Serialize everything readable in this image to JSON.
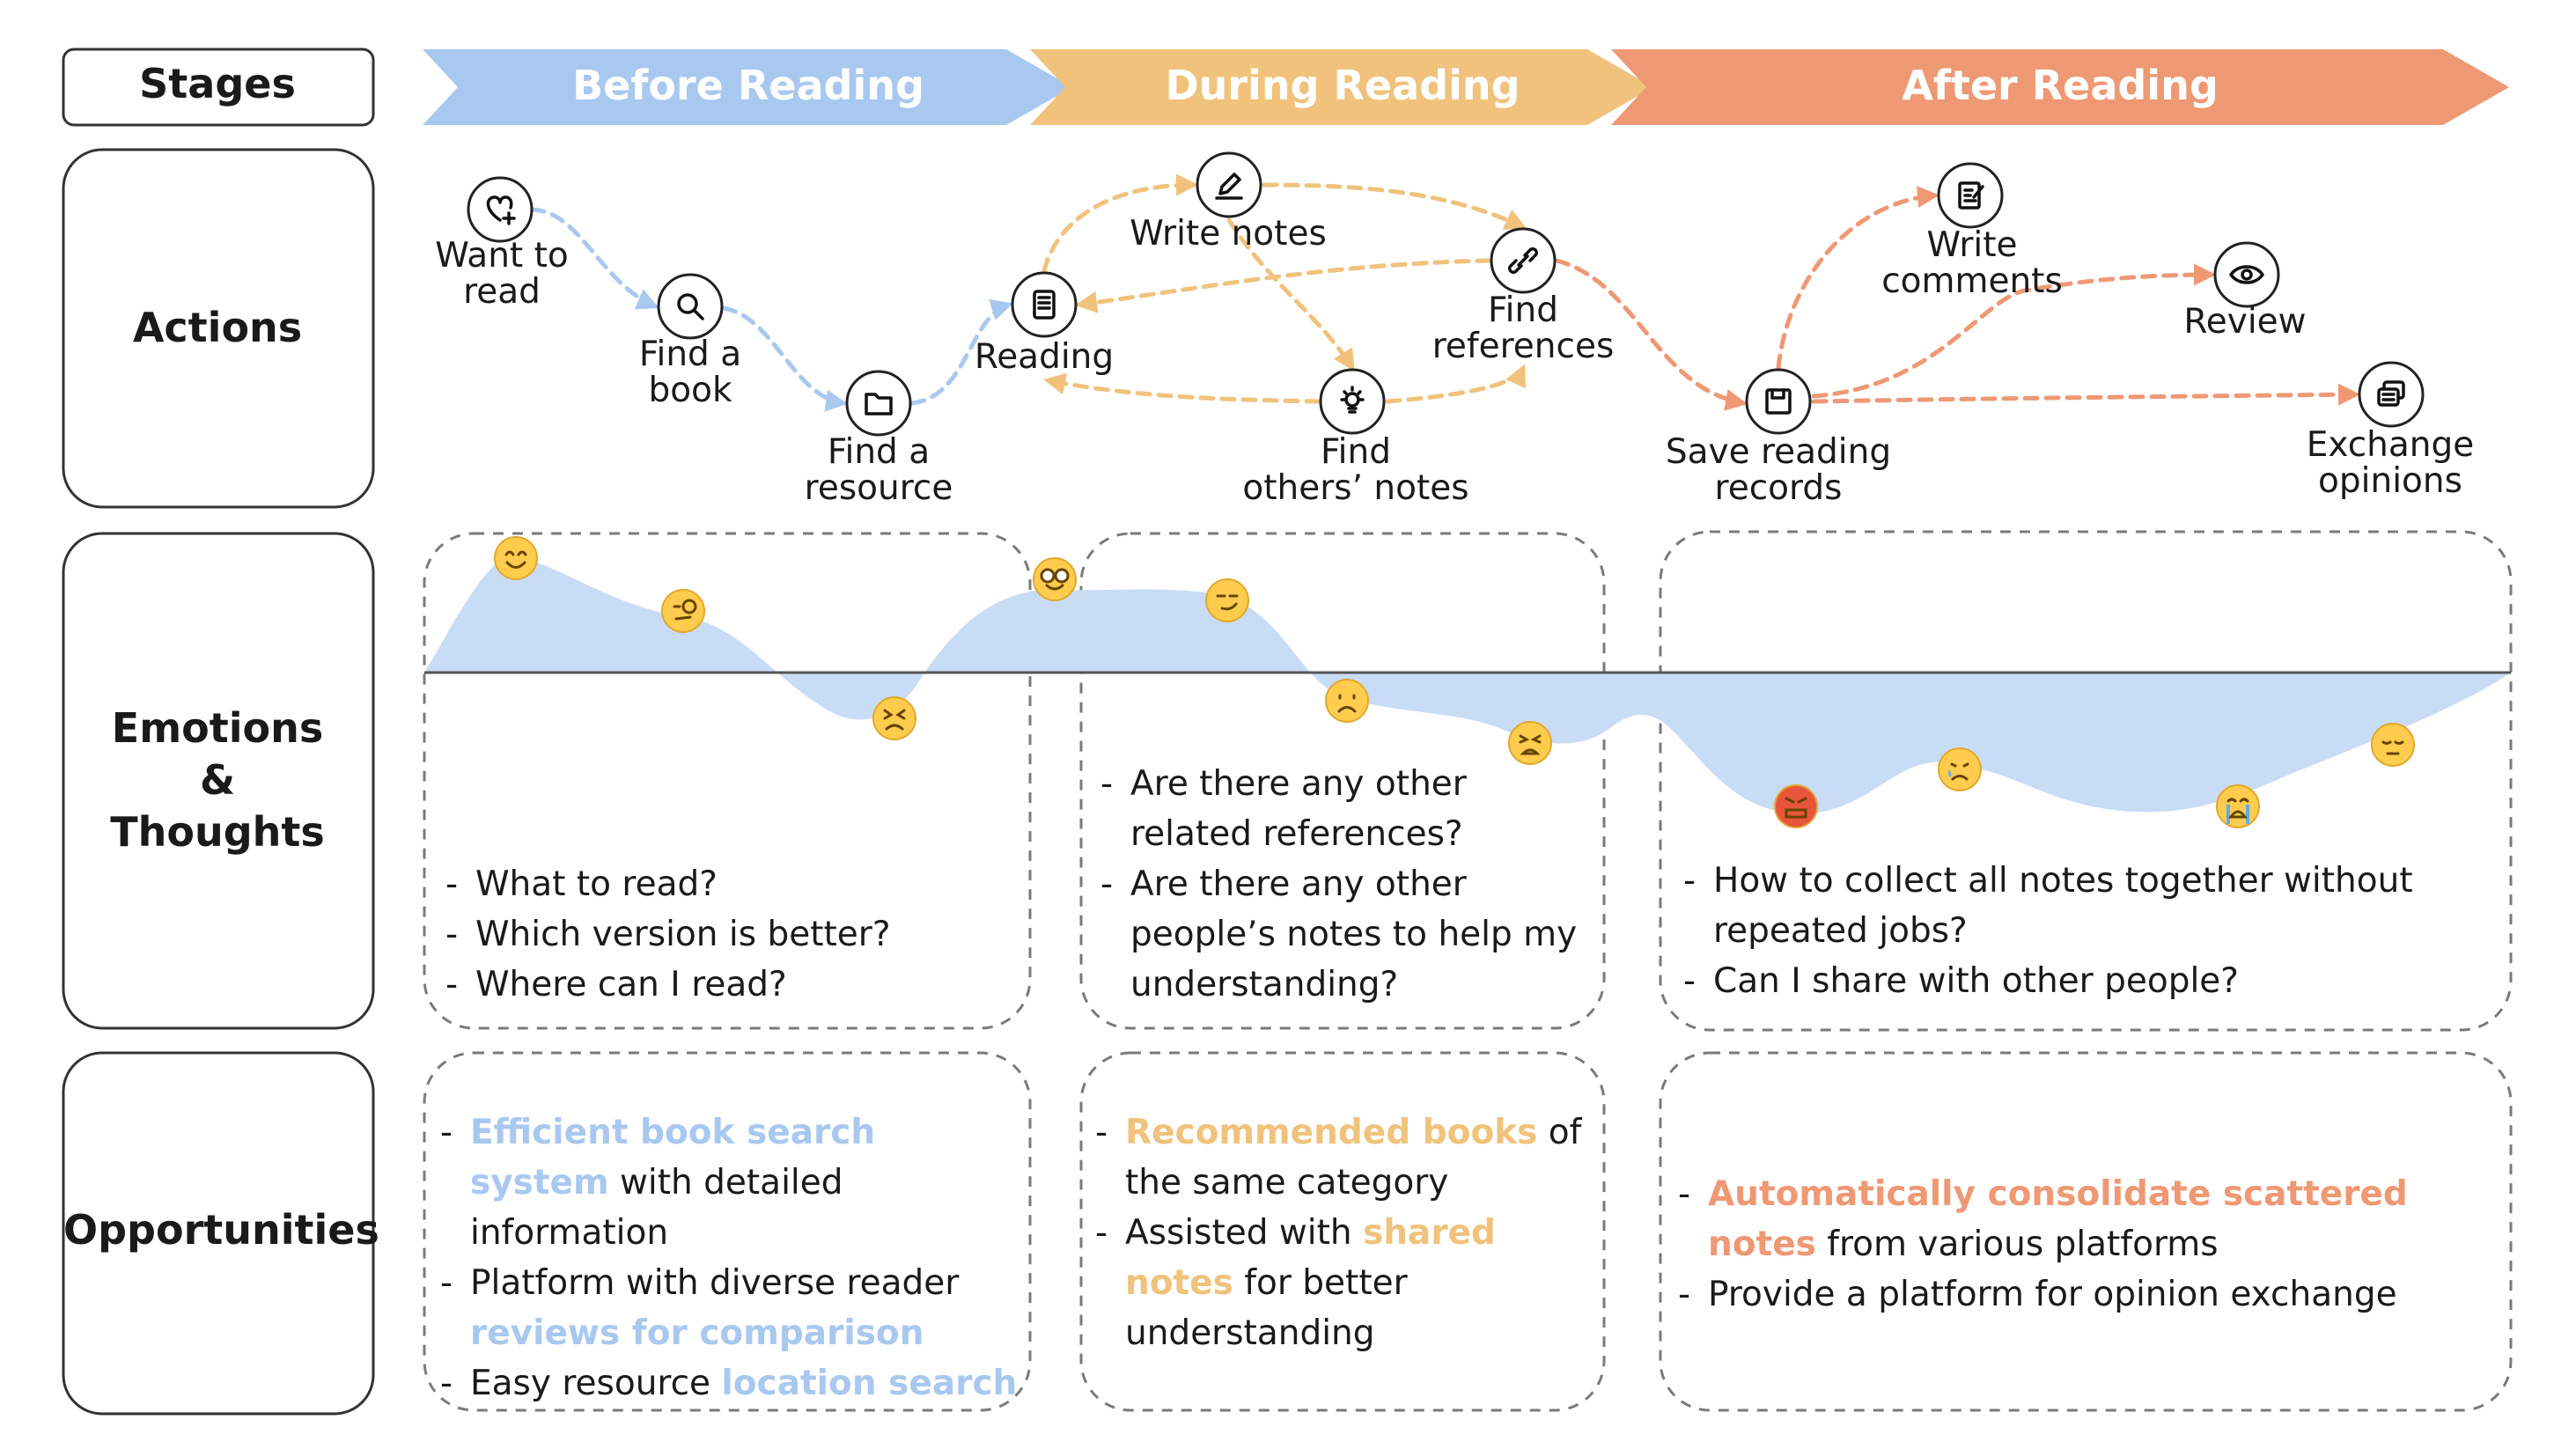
{
  "colors": {
    "before": "#a9c8f0",
    "during": "#f0c27c",
    "after": "#ee9874",
    "curve_fill": "#c9dcf6",
    "outline": "#555555",
    "dashed_border": "#7a7a7a"
  },
  "rows": {
    "stages": "Stages",
    "actions": "Actions",
    "emotions_line1": "Emotions",
    "emotions_line2": "&",
    "emotions_line3": "Thoughts",
    "opportunities": "Opportunities"
  },
  "stages": [
    {
      "title": "Before Reading"
    },
    {
      "title": "During Reading"
    },
    {
      "title": "After Reading"
    }
  ],
  "actions": [
    {
      "id": "want",
      "icon": "heart-plus-icon",
      "lines": [
        "Want to",
        "read"
      ]
    },
    {
      "id": "find-book",
      "icon": "search-icon",
      "lines": [
        "Find a",
        "book"
      ]
    },
    {
      "id": "find-resource",
      "icon": "folder-icon",
      "lines": [
        "Find a",
        "resource"
      ]
    },
    {
      "id": "reading",
      "icon": "ebook-reader-icon",
      "lines": [
        "Reading"
      ]
    },
    {
      "id": "write-notes",
      "icon": "pen-icon",
      "lines": [
        "Write notes"
      ]
    },
    {
      "id": "find-others",
      "icon": "lightbulb-icon",
      "lines": [
        "Find",
        "others’ notes"
      ]
    },
    {
      "id": "find-refs",
      "icon": "link-icon",
      "lines": [
        "Find",
        "references"
      ]
    },
    {
      "id": "save",
      "icon": "save-icon",
      "lines": [
        "Save reading",
        "records"
      ]
    },
    {
      "id": "write-comments",
      "icon": "edit-document-icon",
      "lines": [
        "Write",
        "comments"
      ]
    },
    {
      "id": "review",
      "icon": "eye-icon",
      "lines": [
        "Review"
      ]
    },
    {
      "id": "exchange",
      "icon": "chat-icon",
      "lines": [
        "Exchange",
        "opinions"
      ]
    }
  ],
  "emotions": [
    {
      "face": "smiling",
      "icon": "smiling-face-icon"
    },
    {
      "face": "monocle",
      "icon": "monocle-face-icon"
    },
    {
      "face": "frustrated",
      "icon": "frustrated-face-icon"
    },
    {
      "face": "nerd",
      "icon": "nerd-face-icon"
    },
    {
      "face": "smirk",
      "icon": "smirking-face-icon"
    },
    {
      "face": "frowning",
      "icon": "frowning-face-icon"
    },
    {
      "face": "weary",
      "icon": "weary-face-icon"
    },
    {
      "face": "cursing",
      "icon": "cursing-face-icon"
    },
    {
      "face": "crying",
      "icon": "crying-face-icon"
    },
    {
      "face": "sobbing",
      "icon": "sobbing-face-icon"
    },
    {
      "face": "pensive",
      "icon": "pensive-face-icon"
    }
  ],
  "thoughts": {
    "before": [
      "What to read?",
      "Which version is better?",
      "Where can I read?"
    ],
    "during": [
      "Are there any other related references?",
      "Are there any other people’s notes to help my understanding?"
    ],
    "after": [
      "How to collect all notes together without repeated jobs?",
      "Can I share with other people?"
    ]
  },
  "opportunities": {
    "before": [
      {
        "hl": "Efficient book search system",
        "rest": " with detailed information"
      },
      {
        "pre": "Platform with diverse reader ",
        "hl": "reviews for comparison"
      },
      {
        "pre": "Easy resource ",
        "hl": "location search"
      }
    ],
    "during": [
      {
        "hl": "Recommended books",
        "rest": " of the same category"
      },
      {
        "pre": "Assisted with ",
        "hl": "shared notes",
        "rest": " for better understanding"
      }
    ],
    "after": [
      {
        "hl": "Automatically consolidate scattered notes",
        "rest": " from various platforms"
      },
      {
        "pre": "Provide a platform for opinion exchange"
      }
    ]
  }
}
